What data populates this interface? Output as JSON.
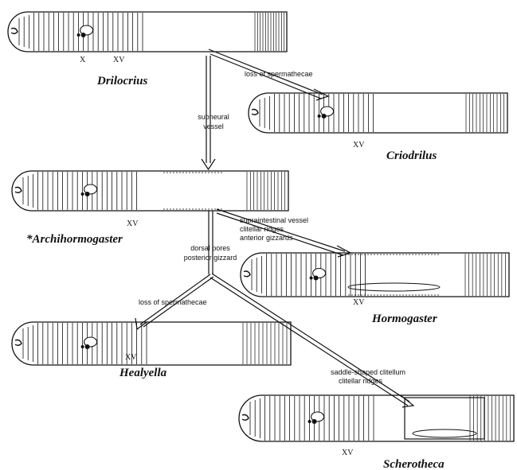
{
  "taxa": {
    "drilocrius": "Drilocrius",
    "criodrilus": "Criodrilus",
    "archihormogaster": "*Archihormogaster",
    "hormogaster": "Hormogaster",
    "healyella": "Healyella",
    "scherotheca": "Scherotheca"
  },
  "segments": {
    "drilocrius_x": "X",
    "drilocrius_xv": "XV",
    "criodrilus_xv": "XV",
    "archihormogaster_xv": "XV",
    "hormogaster_xv": "XV",
    "healyella_xv": "XV",
    "scherotheca_xv": "XV"
  },
  "characters": {
    "criodrilus_change": "loss of spermathecae",
    "archi_change_line1": "subneural",
    "archi_change_line2": "vessel",
    "hormo_change_line1": "supraintestinal vessel",
    "hormo_change_line2": "clitellar ridges",
    "hormo_change_line3": "anterior gizzards",
    "node_change_line1": "dorsal pores",
    "node_change_line2": "posterior gizzard",
    "healyella_change": "loss of spermathecae",
    "scherotheca_change_line1": "saddle-shaped clitellum",
    "scherotheca_change_line2": "clitellar ridges"
  },
  "colors": {
    "ink": "#111111",
    "paper": "#ffffff"
  }
}
